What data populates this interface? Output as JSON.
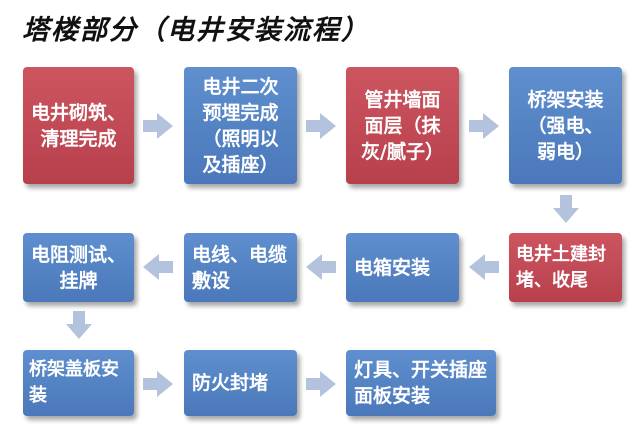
{
  "title": "塔楼部分（电井安装流程）",
  "colors": {
    "red": "#b7404c",
    "blue": "#4a78ba",
    "arrow": "#b4c3dd"
  },
  "steps": [
    {
      "lines": [
        "电井砌筑、",
        "清理完成"
      ]
    },
    {
      "lines": [
        "电井二次",
        "预埋完成",
        "（照明以",
        "及插座）"
      ]
    },
    {
      "lines": [
        "管井墙面",
        "面层（抹",
        "灰/腻子）"
      ]
    },
    {
      "lines": [
        "桥架安装",
        "（强电、",
        "弱电）"
      ]
    },
    {
      "lines": [
        "电井土建封",
        "堵、收尾"
      ]
    },
    {
      "lines": [
        "电箱安装"
      ]
    },
    {
      "lines": [
        "电线、电缆",
        "敷设"
      ]
    },
    {
      "lines": [
        "电阻测试、",
        "挂牌"
      ]
    },
    {
      "lines": [
        "桥架盖板安",
        "装"
      ]
    },
    {
      "lines": [
        "防火封堵"
      ]
    },
    {
      "lines": [
        "灯具、开关插座",
        "面板安装"
      ]
    }
  ]
}
